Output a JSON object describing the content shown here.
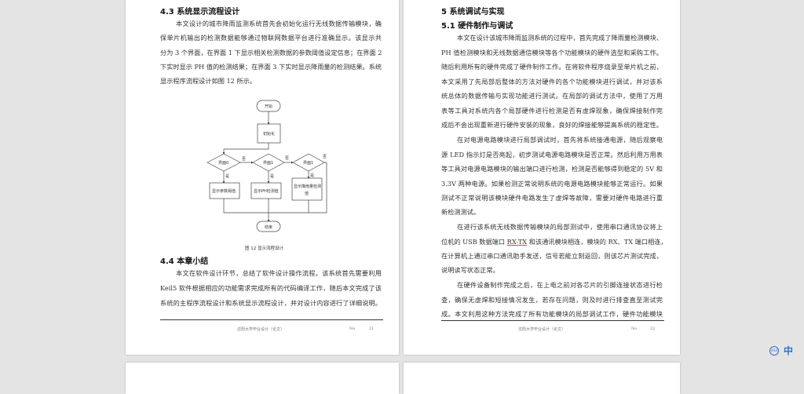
{
  "page_left": {
    "heading_43": "4.3  系统显示流程设计",
    "para1": [
      "本文设计的城市降雨监测系统首先会初始化运行无线数据传输模块，确",
      "保单片机输出的检测数据能够通过物联网数据平台进行准确显示。该显示共",
      "分为 3 个界面，在界面 1 下显示相关检测数据的参数阈值设定信息；在界面 2",
      "下实时显示 PH 值的检测结果；在界面 3 下实时显示降雨量的检测结果。系统",
      "显示程序流程设计如图 12 所示。"
    ],
    "flowchart": {
      "start": "开始",
      "init": "初始化",
      "decision1": "界面0",
      "decision2": "界面1",
      "decision3": "界面1",
      "no": "否",
      "yes": "是",
      "box1": "显示参数阈值",
      "box2": "显示PH检测值",
      "box3_line1": "显示降雨量检测",
      "box3_line2": "值",
      "end": "结束"
    },
    "figure_caption": "图 12   显示流程设计",
    "heading_44": "4.4  本章小结",
    "para2": [
      "本文在软件设计环节，总结了软件设计操作流程。该系统首先需要利用",
      "Keil5 软件根据相应的功能需求完成所有的代码编译工作，随后本文完成了该",
      "系统的主程序流程设计和系统显示流程设计，并对设计内容进行了详细说明。"
    ],
    "footer_text": "沈阳大学毕业设计（论文）",
    "footer_no_label": "No",
    "page_number": "21"
  },
  "page_right": {
    "heading_5": "5    系统调试与实现",
    "heading_51": "5.1  硬件制作与调试",
    "para1": [
      "本文在设计该城市降雨监测系统的过程中，首先完成了降雨量检测模块、",
      "PH 值检测模块和无线数据通信模块等各个功能模块的硬件选型和采购工作。",
      "随后利用所有的硬件完成了硬件制作工作。在将软件程序烧录至单片机之前，",
      "本文采用了先局部后整体的方法对硬件的各个功能模块进行调试，并对该系",
      "统总体的数据传输与实现功能进行测试。在局部的调试方法中，使用了万用",
      "表等工具对系统内各个局部硬件进行检测是否有虚焊现象，确保焊接制作完",
      "成后不会出现重新进行硬件安装的现象，良好的焊接能够提高系统的稳定性。"
    ],
    "para2": [
      "在对电源电路模块进行局部调试时，首先将系统接通电源，随后观察电",
      "源 LED 指示灯是否亮起，初步测试电源电路模块是否正常。然后利用万用表",
      "等工具对电源电路模块的输出端口进行检测，检测是否能够得到稳定的 5V 和",
      "3.3V 两种电源。如果检测正常说明系统的电源电路模块能够正常运行。如果",
      "测试不正常说明该模块硬件电路发生了虚焊等故障，需要对硬件电路进行重",
      "新检测测试。"
    ],
    "para3": [
      "在进行该系统无线数据传输模块的局部测试中，使用串口通讯协议将上",
      "位机的 USB 数据端口 ",
      "RX-TX",
      " 和该通讯模块相连，模块的 RX、TX 端口相连，",
      "在计算机上通过串口通讯助手发送，信号若能立刻返回，则该芯片测试完成，",
      "说明读写状态正常。"
    ],
    "para4": [
      "在硬件设备制作完成之后，在上电之前对各芯片的引脚连接状态进行检",
      "查，确保无虚焊和短接情况发生，若存在问题，则及时进行排查直至测试完",
      "成。本文利用这种方法完成了所有功能模块的局部调试工作，硬件功能模块"
    ],
    "footer_text": "沈阳大学毕业设计（论文）",
    "footer_no_label": "No",
    "page_number": "22"
  },
  "system_tray": {
    "icon": "input-method-icon",
    "icon_text": "(AU)",
    "language": "中"
  }
}
